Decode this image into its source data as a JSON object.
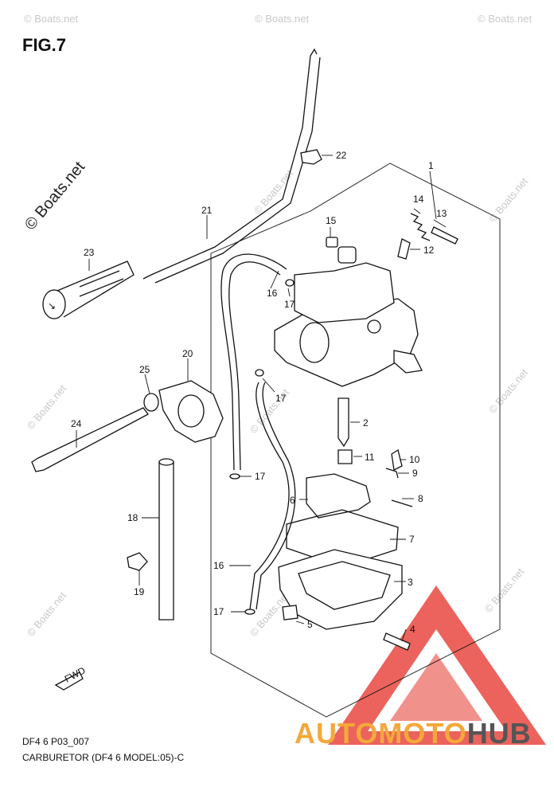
{
  "figure": {
    "title": "FIG.7",
    "code": "DF4 6 P03_007",
    "caption": "CARBURETOR (DF4 6 MODEL:05)-C"
  },
  "watermarks": {
    "small": "© Boats.net",
    "large": "© Boats.net"
  },
  "logo": {
    "text_auto": "AUTO",
    "text_moto": "MOTO",
    "text_hub": "HUB",
    "triangle_color": "#e8483f",
    "accent_color": "#f4a83a",
    "hub_color": "#555555"
  },
  "fwd_label": "FWD",
  "callouts": [
    "1",
    "2",
    "3",
    "4",
    "5",
    "6",
    "7",
    "8",
    "9",
    "10",
    "11",
    "12",
    "13",
    "14",
    "15",
    "16",
    "16",
    "17",
    "17",
    "17",
    "17",
    "17",
    "18",
    "19",
    "20",
    "21",
    "22",
    "23",
    "24",
    "25"
  ]
}
